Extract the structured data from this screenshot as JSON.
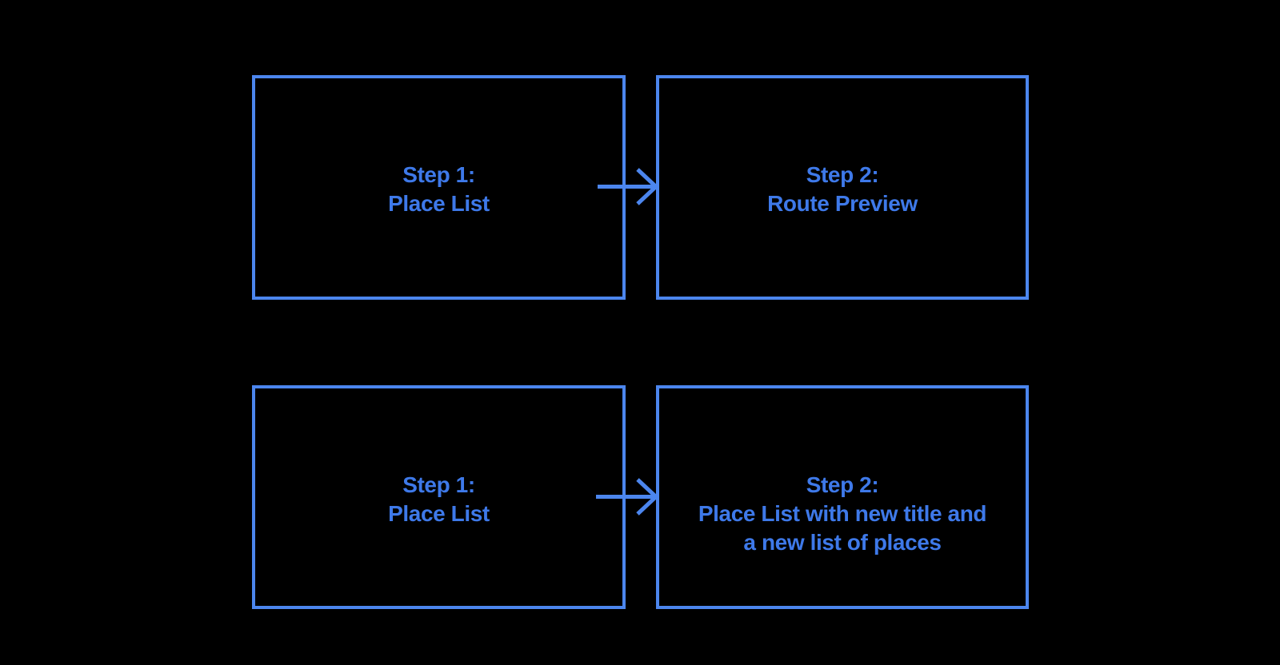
{
  "colors": {
    "background": "#000000",
    "node_border": "#4C86EE",
    "node_text": "#3E79E9",
    "connector": "#4C86EE"
  },
  "nodes": {
    "top_left": {
      "lines": [
        "Step 1:",
        "Place List"
      ]
    },
    "top_right": {
      "lines": [
        "Step 2:",
        "Route Preview"
      ]
    },
    "bottom_left": {
      "lines": [
        "Step 1:",
        "Place List"
      ]
    },
    "bottom_right": {
      "lines": [
        "Step 2:",
        "Place List with new title and",
        "a new list of places"
      ]
    }
  },
  "connectors": [
    {
      "name": "top",
      "from": "Step 1: Place List",
      "to": "Step 2: Route Preview",
      "direction": "right"
    },
    {
      "name": "bottom",
      "from": "Step 1: Place List",
      "to": "Step 2: Place List with new title and a new list of places",
      "direction": "right"
    }
  ]
}
